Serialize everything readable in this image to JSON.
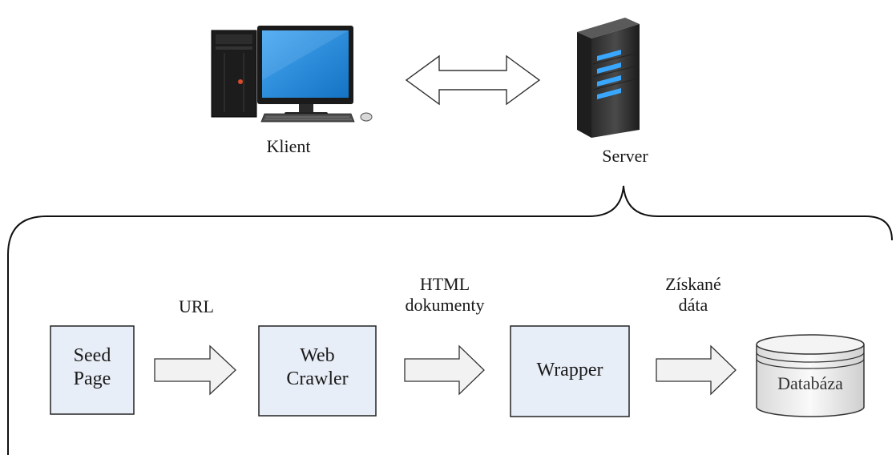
{
  "top": {
    "client_label": "Klient",
    "server_label": "Server"
  },
  "flow": {
    "nodes": {
      "seed_page": [
        "Seed",
        "Page"
      ],
      "web_crawler": [
        "Web",
        "Crawler"
      ],
      "wrapper": [
        "Wrapper"
      ],
      "database": [
        "Databáza"
      ]
    },
    "edges": {
      "url": [
        "URL"
      ],
      "html_documents": [
        "HTML",
        "dokumenty"
      ],
      "extracted_data": [
        "Získané",
        "dáta"
      ]
    }
  },
  "colors": {
    "box_fill": "#e8eef7",
    "box_stroke": "#222222",
    "arrow_fill": "#f2f2f2",
    "arrow_stroke": "#333333",
    "monitor_screen": "#1e88d8",
    "server_light": "#3aa7ff",
    "pc_dark": "#1c1c1c"
  },
  "icons": {
    "client": "desktop-computer-icon",
    "server": "server-rack-icon",
    "database": "database-cylinder-icon",
    "link": "bidirectional-arrow-icon"
  }
}
